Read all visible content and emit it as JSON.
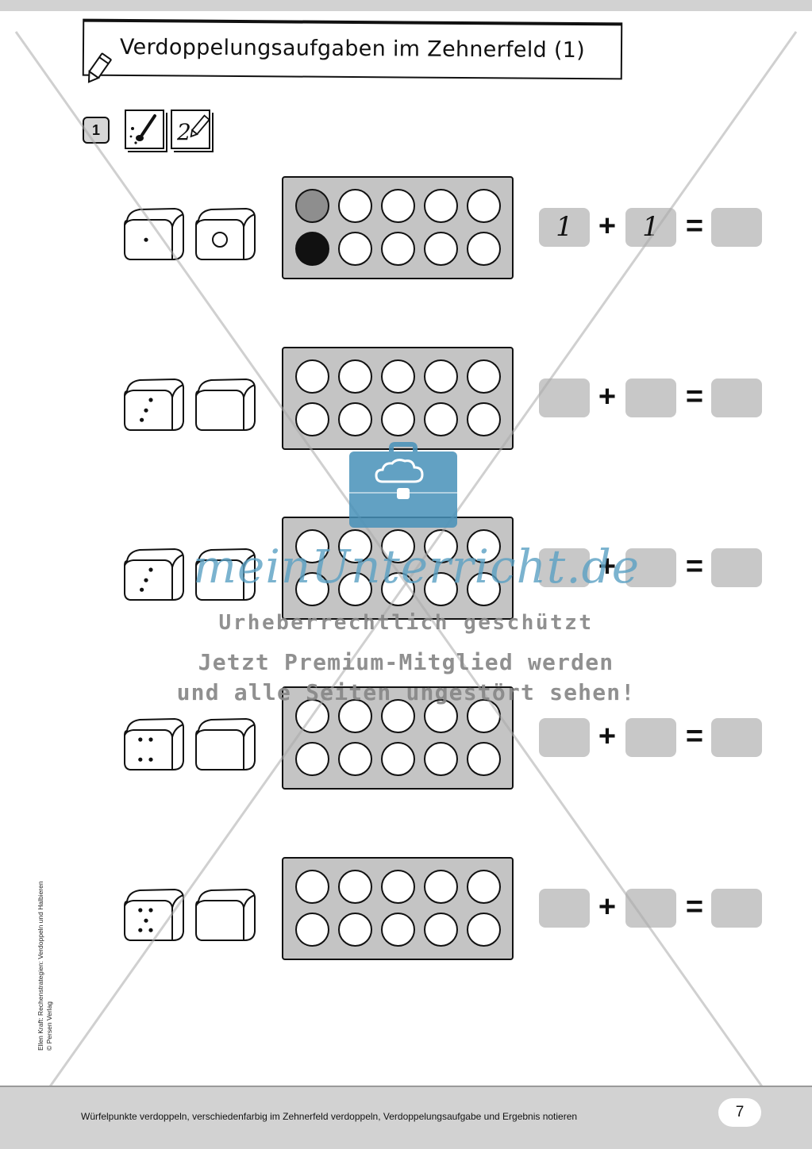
{
  "title": "Verdoppelungsaufgaben im Zehnerfeld (1)",
  "task_number": "1",
  "task_icons": [
    "paint-brush-icon",
    "pencil-write-icon"
  ],
  "equation": {
    "plus": "+",
    "equals": "="
  },
  "rows": [
    {
      "die_pips": 1,
      "second_die_pip": "ring",
      "filled_top": 1,
      "filled_bottom": 1,
      "first": "1",
      "second": "1",
      "result": ""
    },
    {
      "die_pips": 3,
      "second_die_pip": "none",
      "filled_top": 0,
      "filled_bottom": 0,
      "first": "",
      "second": "",
      "result": ""
    },
    {
      "die_pips": 3,
      "second_die_pip": "none",
      "filled_top": 0,
      "filled_bottom": 0,
      "first": "",
      "second": "",
      "result": ""
    },
    {
      "die_pips": 4,
      "second_die_pip": "none",
      "filled_top": 0,
      "filled_bottom": 0,
      "first": "",
      "second": "",
      "result": ""
    },
    {
      "die_pips": 5,
      "second_die_pip": "none",
      "filled_top": 0,
      "filled_bottom": 0,
      "first": "",
      "second": "",
      "result": ""
    }
  ],
  "colors": {
    "filled_top": "#8e8e8e",
    "filled_bottom": "#111111",
    "frame": "#c4c4c4",
    "answer_box": "#c8c8c8"
  },
  "side_credit": {
    "line1": "Ellen Kraft: Rechenstrategien: Verdoppeln und Halbieren",
    "line2": "© Persen Verlag"
  },
  "footer": {
    "text": "Würfelpunkte verdoppeln, verschiedenfarbig im Zehnerfeld verdoppeln, Verdoppelungsaufgabe und Ergebnis notieren",
    "page_number": "7"
  },
  "watermark": {
    "logo": "meinUnterricht.de",
    "line1": "Urheberrechtlich geschützt",
    "line2": "Jetzt Premium-Mitglied werden",
    "line3": "und alle Seiten ungestört sehen!"
  }
}
